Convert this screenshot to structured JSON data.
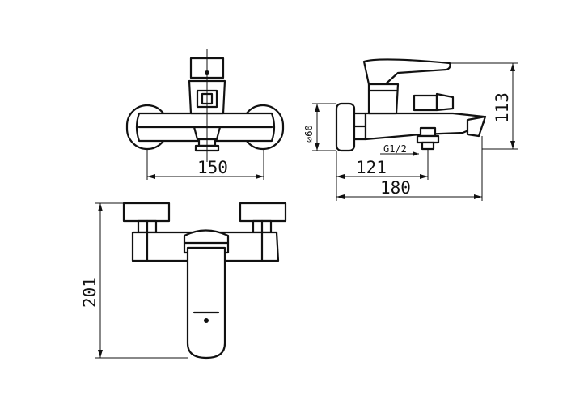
{
  "dimensions": {
    "width_between_centers": "150",
    "diameter": "⌀60",
    "thread": "G1/2",
    "depth_to_outlet": "121",
    "total_depth": "180",
    "height_side": "113",
    "height_front": "201"
  }
}
